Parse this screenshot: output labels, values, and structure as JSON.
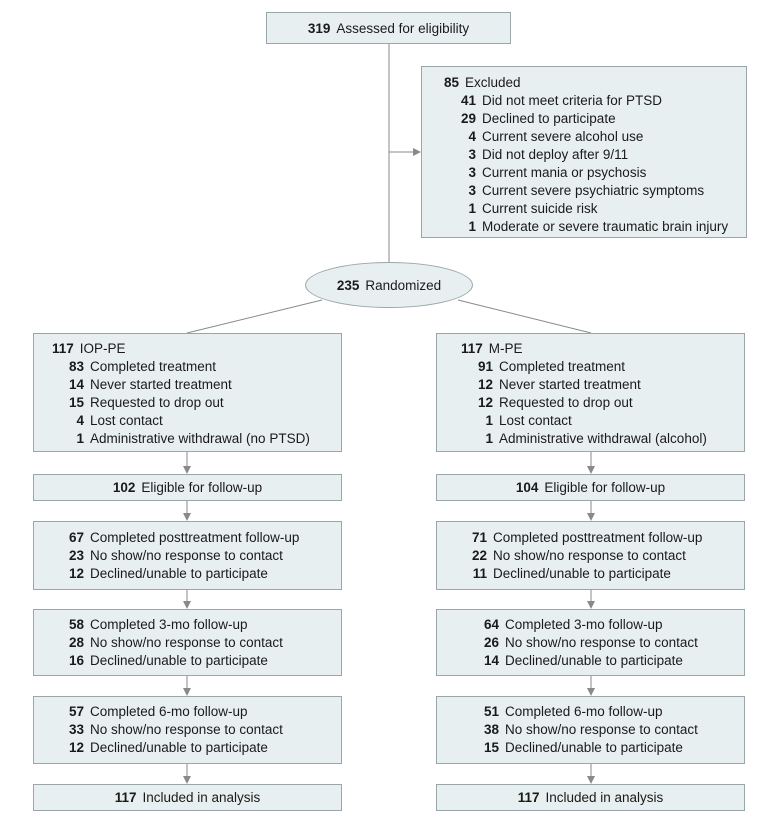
{
  "assessed": {
    "n": "319",
    "label": "Assessed for eligibility"
  },
  "excluded": {
    "n": "85",
    "label": "Excluded",
    "items": [
      {
        "n": "41",
        "label": "Did not meet criteria for PTSD"
      },
      {
        "n": "29",
        "label": "Declined to participate"
      },
      {
        "n": "4",
        "label": "Current severe alcohol use"
      },
      {
        "n": "3",
        "label": "Did not deploy after 9/11"
      },
      {
        "n": "3",
        "label": "Current mania or psychosis"
      },
      {
        "n": "3",
        "label": "Current severe psychiatric symptoms"
      },
      {
        "n": "1",
        "label": "Current suicide risk"
      },
      {
        "n": "1",
        "label": "Moderate or severe traumatic brain injury"
      }
    ]
  },
  "randomized": {
    "n": "235",
    "label": "Randomized"
  },
  "arms": [
    {
      "n": "117",
      "label": "IOP-PE",
      "items": [
        {
          "n": "83",
          "label": "Completed treatment"
        },
        {
          "n": "14",
          "label": "Never started treatment"
        },
        {
          "n": "15",
          "label": "Requested to drop out"
        },
        {
          "n": "4",
          "label": "Lost contact"
        },
        {
          "n": "1",
          "label": "Administrative withdrawal (no PTSD)"
        }
      ],
      "eligible": {
        "n": "102",
        "label": "Eligible for follow-up"
      },
      "post": [
        {
          "n": "67",
          "label": "Completed posttreatment follow-up"
        },
        {
          "n": "23",
          "label": "No show/no response to contact"
        },
        {
          "n": "12",
          "label": "Declined/unable to participate"
        }
      ],
      "m3": [
        {
          "n": "58",
          "label": "Completed 3-mo follow-up"
        },
        {
          "n": "28",
          "label": "No show/no response to contact"
        },
        {
          "n": "16",
          "label": "Declined/unable to participate"
        }
      ],
      "m6": [
        {
          "n": "57",
          "label": "Completed 6-mo follow-up"
        },
        {
          "n": "33",
          "label": "No show/no response to contact"
        },
        {
          "n": "12",
          "label": "Declined/unable to participate"
        }
      ],
      "analysis": {
        "n": "117",
        "label": "Included in analysis"
      }
    },
    {
      "n": "117",
      "label": "M-PE",
      "items": [
        {
          "n": "91",
          "label": "Completed treatment"
        },
        {
          "n": "12",
          "label": "Never started treatment"
        },
        {
          "n": "12",
          "label": "Requested to drop out"
        },
        {
          "n": "1",
          "label": "Lost contact"
        },
        {
          "n": "1",
          "label": "Administrative withdrawal (alcohol)"
        }
      ],
      "eligible": {
        "n": "104",
        "label": "Eligible for follow-up"
      },
      "post": [
        {
          "n": "71",
          "label": "Completed posttreatment follow-up"
        },
        {
          "n": "22",
          "label": "No show/no response to contact"
        },
        {
          "n": "11",
          "label": "Declined/unable to participate"
        }
      ],
      "m3": [
        {
          "n": "64",
          "label": "Completed 3-mo follow-up"
        },
        {
          "n": "26",
          "label": "No show/no response to contact"
        },
        {
          "n": "14",
          "label": "Declined/unable to participate"
        }
      ],
      "m6": [
        {
          "n": "51",
          "label": "Completed 6-mo follow-up"
        },
        {
          "n": "38",
          "label": "No show/no response to contact"
        },
        {
          "n": "15",
          "label": "Declined/unable to participate"
        }
      ],
      "analysis": {
        "n": "117",
        "label": "Included in analysis"
      }
    }
  ],
  "colors": {
    "box_fill": "#e8eff1",
    "box_border": "#9aa6aa",
    "line": "#8a8a8a"
  }
}
